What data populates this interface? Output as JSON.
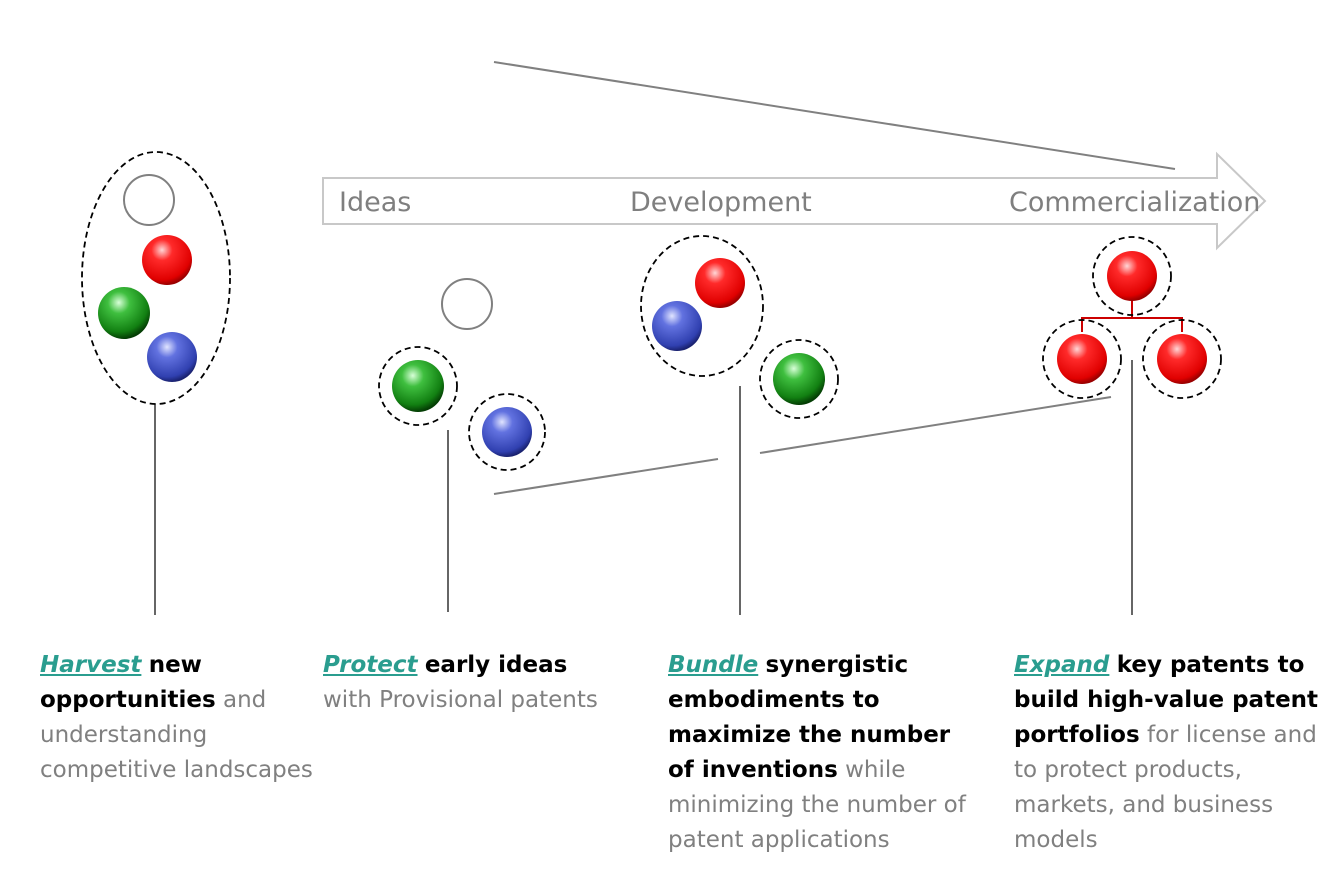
{
  "stages": {
    "ideas": "Ideas",
    "development": "Development",
    "commercialization": "Commercialization"
  },
  "captions": [
    {
      "keyword": "Harvest",
      "bold": "new opportunities",
      "rest": "and understanding competitive landscapes"
    },
    {
      "keyword": "Protect",
      "bold": "early ideas",
      "rest": "with Provisional patents"
    },
    {
      "keyword": "Bundle",
      "bold": "synergistic embodiments to maximize the number of inventions",
      "rest": "while minimizing the number of patent applications"
    },
    {
      "keyword": "Expand",
      "bold": "key patents to build high-value patent portfolios",
      "rest": "for license and to protect products, markets, and business models"
    }
  ],
  "colors": {
    "keyword": "#2a9d8f",
    "ball_red": "#ff0000",
    "ball_green": "#1a9a1a",
    "ball_blue": "#3d4fc4",
    "arrow_outline": "#c8c8c8",
    "line": "#808080",
    "connector": "#cc0000"
  }
}
